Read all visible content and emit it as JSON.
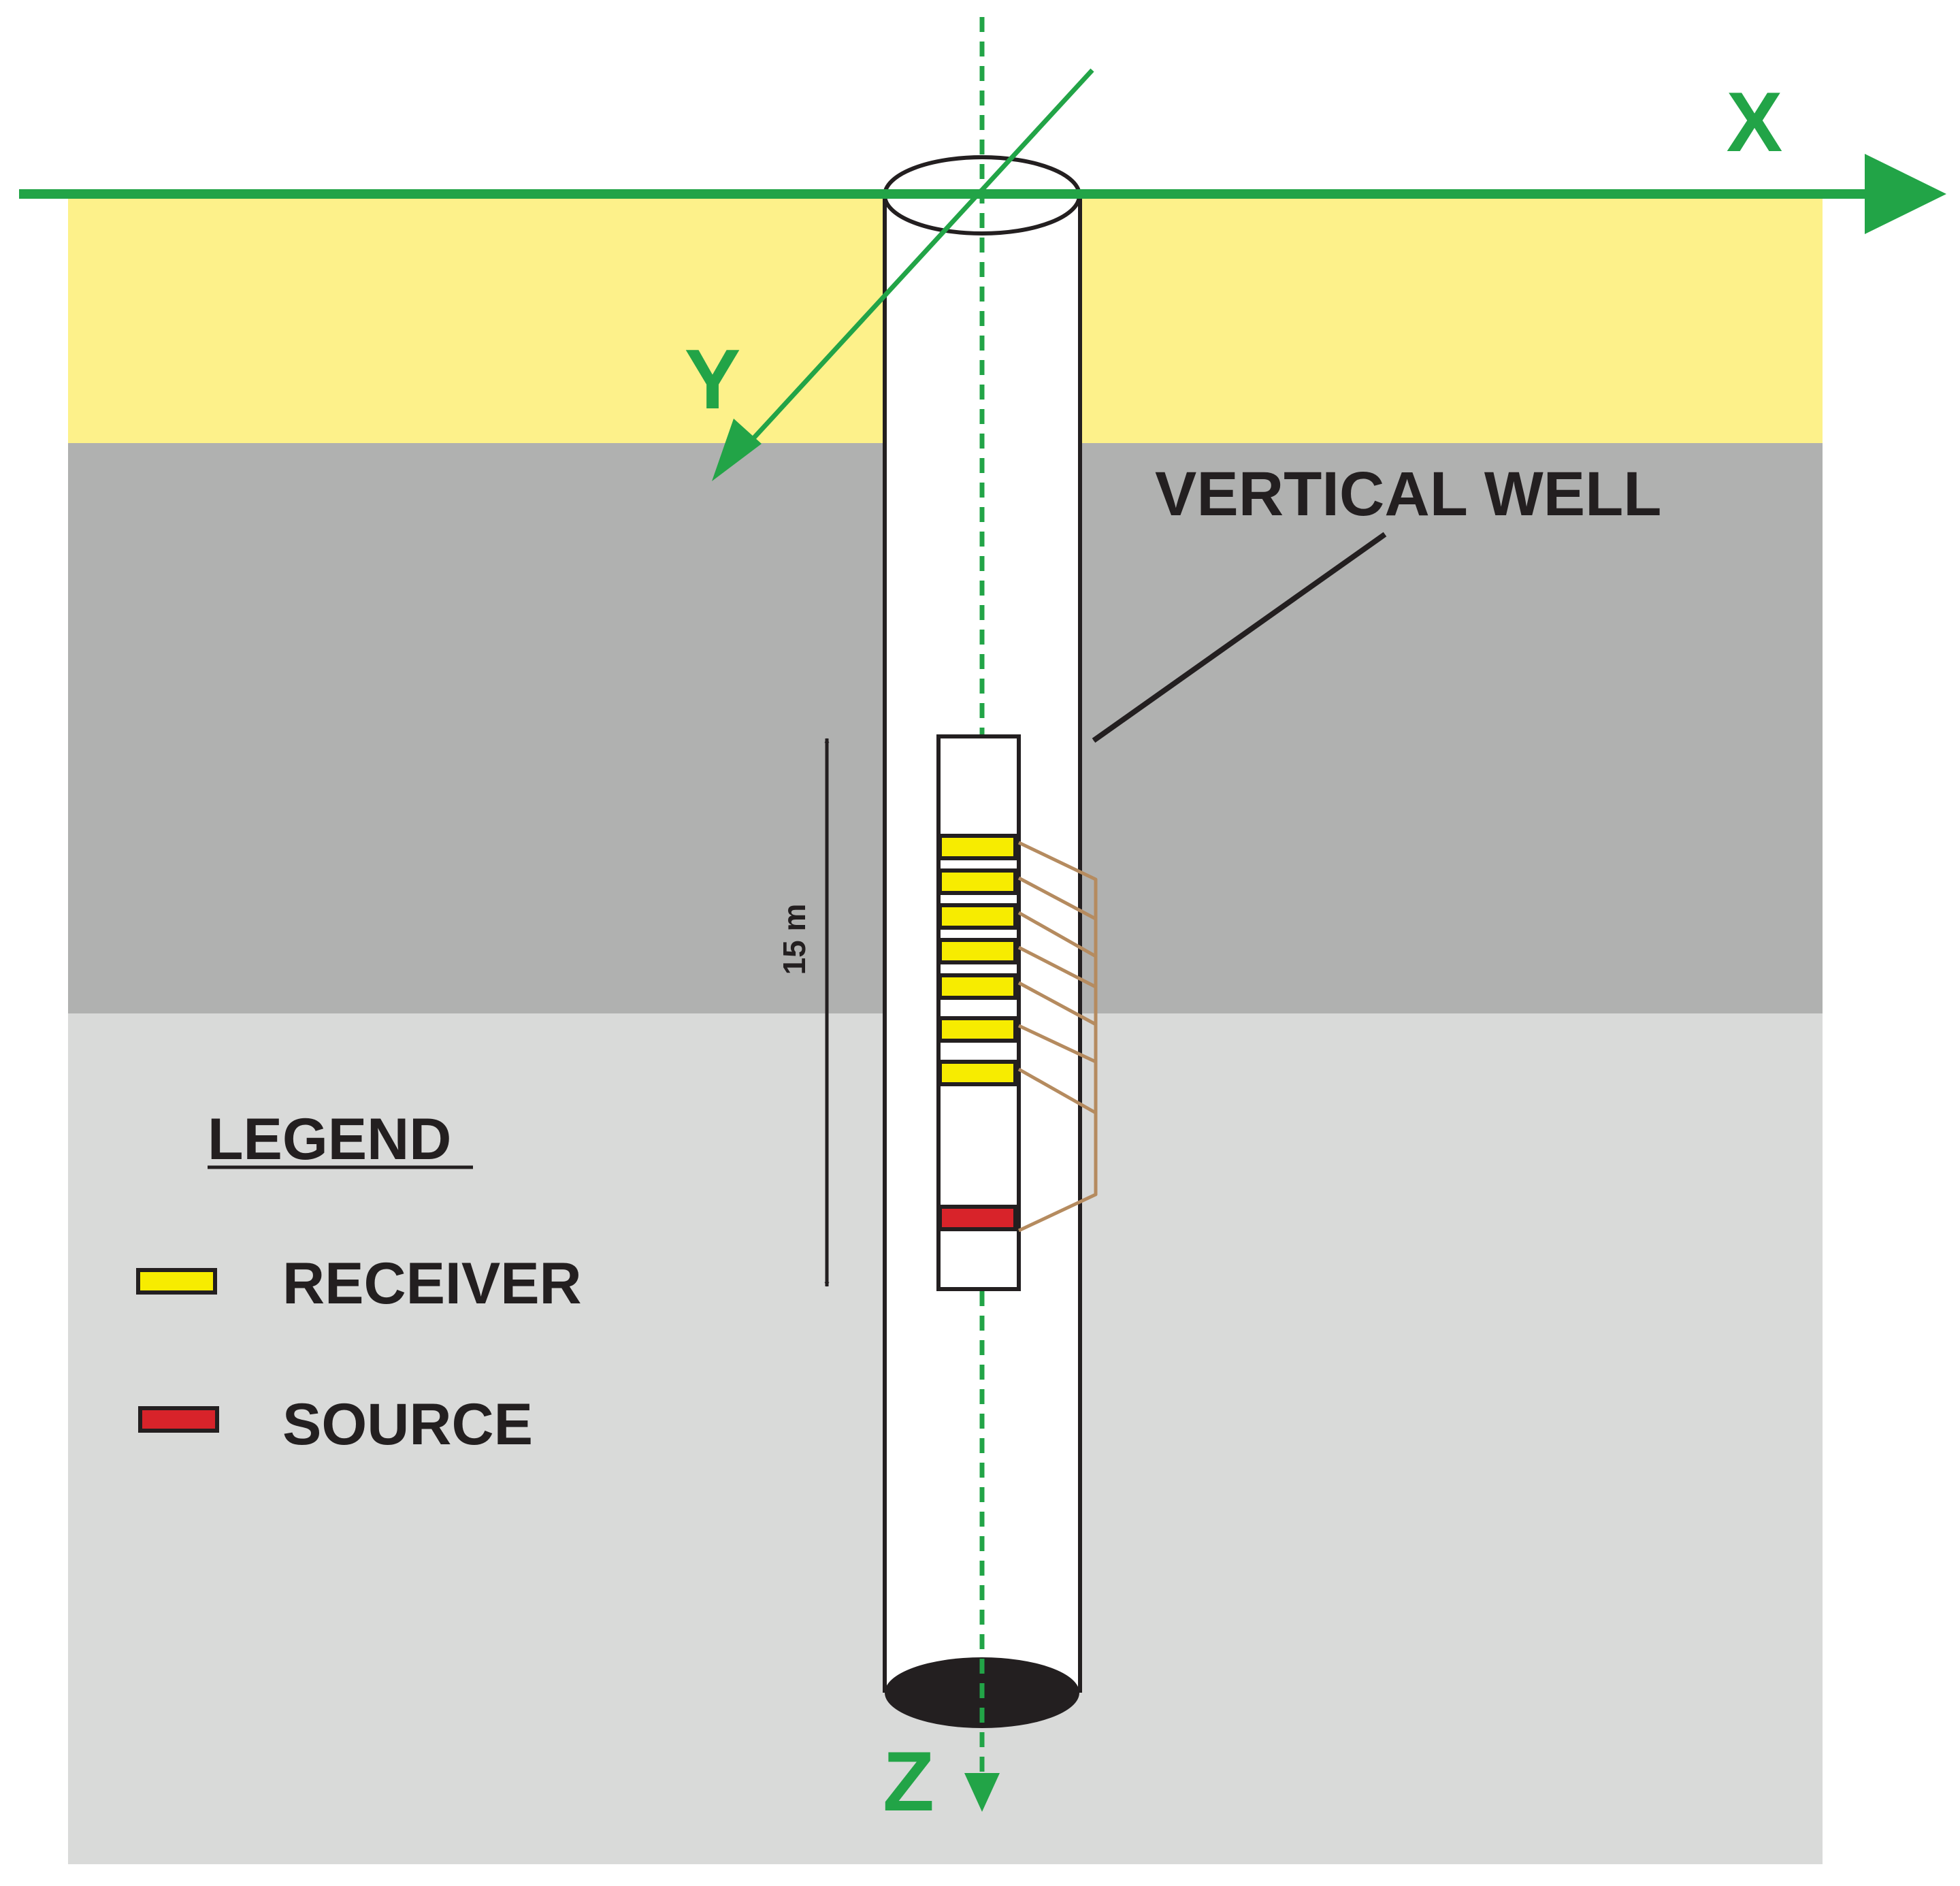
{
  "axes": {
    "x_label": "X",
    "y_label": "Y",
    "z_label": "Z"
  },
  "well_label": "VERTICAL WELL",
  "scale_label": "15 m",
  "legend": {
    "title": "LEGEND",
    "receiver_label": "RECEIVER",
    "source_label": "SOURCE"
  },
  "colors": {
    "axis_green": "#22a447",
    "layer_top": "#fdf18a",
    "layer_middle": "#b0b1b0",
    "layer_bottom": "#d9dad9",
    "receiver": "#f7ec00",
    "source": "#d8232a",
    "cable": "#b58b5f",
    "ink": "#231f20"
  }
}
